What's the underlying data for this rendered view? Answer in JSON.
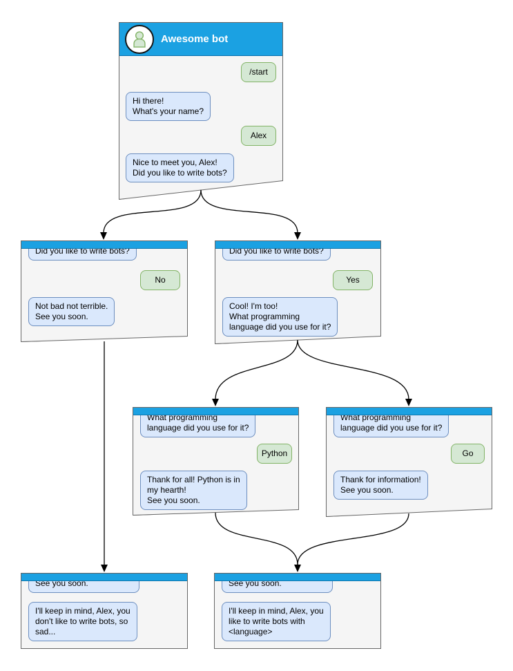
{
  "colors": {
    "titlebar_blue": "#1BA1E2",
    "titlebar_border": "#006EAF",
    "window_fill": "#F5F5F5",
    "window_border": "#666666",
    "bot_bubble_fill": "#DAE8FC",
    "bot_bubble_border": "#6C8EBF",
    "user_bubble_fill": "#D5E8D4",
    "user_bubble_border": "#82B366",
    "arrow_color": "#000000"
  },
  "icons": {
    "avatar": "person-icon"
  },
  "windows": [
    {
      "id": "main",
      "title": "Awesome bot",
      "messages": [
        {
          "side": "user",
          "text": "/start"
        },
        {
          "side": "bot",
          "text": "Hi there!\nWhat's your name?"
        },
        {
          "side": "user",
          "text": "Alex"
        },
        {
          "side": "bot",
          "text": "Nice to meet you, Alex!\nDid you like to write bots?"
        }
      ]
    },
    {
      "id": "branch-no",
      "messages": [
        {
          "side": "bot",
          "text": "Did you like to write bots?"
        },
        {
          "side": "user",
          "text": "No"
        },
        {
          "side": "bot",
          "text": "Not bad not terrible.\nSee you soon."
        }
      ]
    },
    {
      "id": "branch-yes",
      "messages": [
        {
          "side": "bot",
          "text": "Did you like to write bots?"
        },
        {
          "side": "user",
          "text": "Yes"
        },
        {
          "side": "bot",
          "text": "Cool! I'm too!\nWhat programming\nlanguage did you use for it?"
        }
      ]
    },
    {
      "id": "branch-python",
      "messages": [
        {
          "side": "bot",
          "text": "What programming\nlanguage did you use for it?"
        },
        {
          "side": "user",
          "text": "Python"
        },
        {
          "side": "bot",
          "text": "Thank for all! Python is in\nmy hearth!\nSee you soon."
        }
      ]
    },
    {
      "id": "branch-go",
      "messages": [
        {
          "side": "bot",
          "text": "What programming\nlanguage did you use for it?"
        },
        {
          "side": "user",
          "text": "Go"
        },
        {
          "side": "bot",
          "text": "Thank for information!\nSee you soon."
        }
      ]
    },
    {
      "id": "end-no",
      "messages": [
        {
          "side": "bot",
          "text": "See you soon."
        },
        {
          "side": "bot",
          "text": "I'll keep in mind, Alex, you\ndon't like to write bots, so\nsad..."
        }
      ]
    },
    {
      "id": "end-yes",
      "messages": [
        {
          "side": "bot",
          "text": "See you soon."
        },
        {
          "side": "bot",
          "text": "I'll keep in mind, Alex, you\nlike to write bots with\n<language>"
        }
      ]
    }
  ]
}
